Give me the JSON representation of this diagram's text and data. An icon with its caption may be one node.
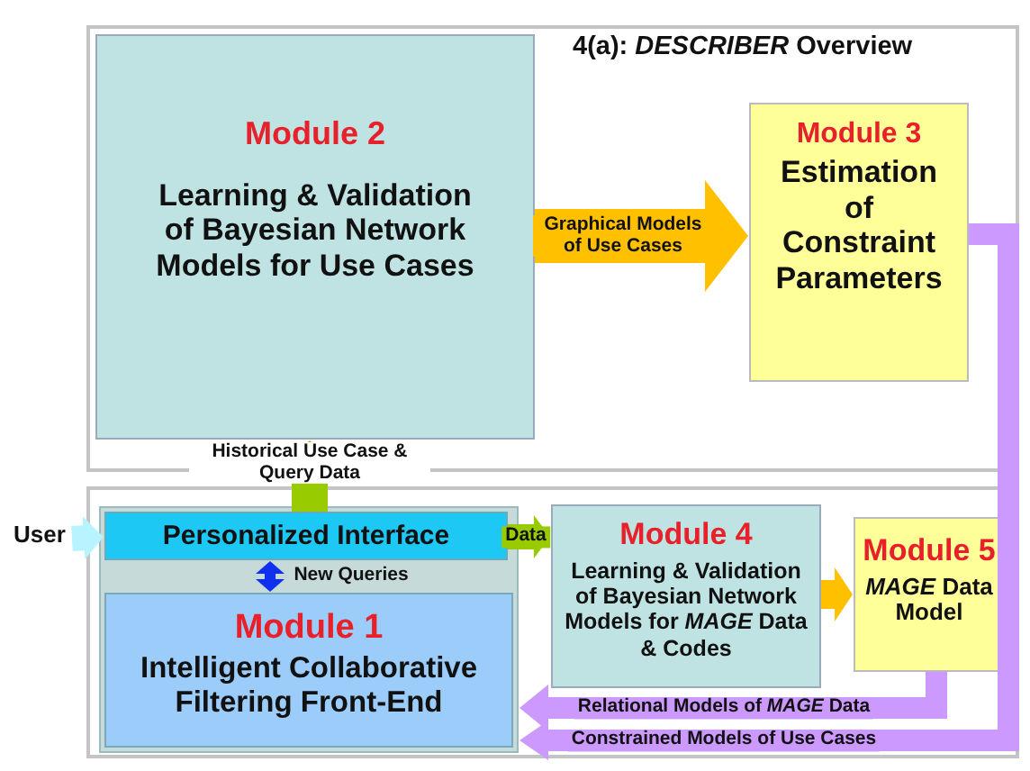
{
  "diagram": {
    "title": "4(a): *DESCRIBER* Overview",
    "nodes": [
      {
        "text": [],
        "shape": "box"
      },
      {
        "text": [
          "Module 2",
          "Learning & Validation of Bayesian Network Models for Use Cases"
        ],
        "in": 0
      },
      {
        "text": [
          "Module 3",
          "Estimation of Constraint Parameters"
        ],
        "in": 0
      },
      {
        "text": [],
        "shape": "box"
      },
      {
        "text": [],
        "shape": "box",
        "in": 3
      },
      {
        "text": [
          "Personalized Interface"
        ],
        "in": 4
      },
      {
        "text": [
          "Module 1",
          "Intelligent Collaborative Filtering Front-End"
        ],
        "in": 4
      },
      {
        "text": [
          "Module 4",
          "Learning & Validation of Bayesian Network Models for *MAGE* Data & Codes"
        ],
        "in": 3
      },
      {
        "text": [
          "Module 5",
          "*MAGE* Data Model"
        ],
        "in": 3
      },
      {
        "text": [
          "User"
        ]
      }
    ],
    "edges": [
      {
        "from": 9,
        "to": 5,
        "arrow": "to",
        "color": "#b8f4ff"
      },
      {
        "from": 1,
        "to": 2,
        "arrow": "to",
        "label": "Graphical Models of Use Cases",
        "style": "thick",
        "color": "#ffc000"
      },
      {
        "from": 5,
        "to": 1,
        "arrow": "to",
        "label": "Historical Use Case & Query Data",
        "color": "#99cc00"
      },
      {
        "from": 5,
        "to": 7,
        "arrow": "to",
        "label": "Data",
        "color": "#99cc00"
      },
      {
        "from": 5,
        "to": 6,
        "arrow": "both",
        "label": "New Queries",
        "color": "#1030f0"
      },
      {
        "from": 7,
        "to": 8,
        "arrow": "to",
        "color": "#ffc000"
      },
      {
        "from": 8,
        "to": 4,
        "arrow": "to",
        "label": "Relational Models of *MAGE* Data",
        "color": "#cc99ff"
      },
      {
        "from": 2,
        "to": 4,
        "arrow": "to",
        "label": "Constrained Models of Use Cases",
        "color": "#cc99ff"
      }
    ]
  }
}
